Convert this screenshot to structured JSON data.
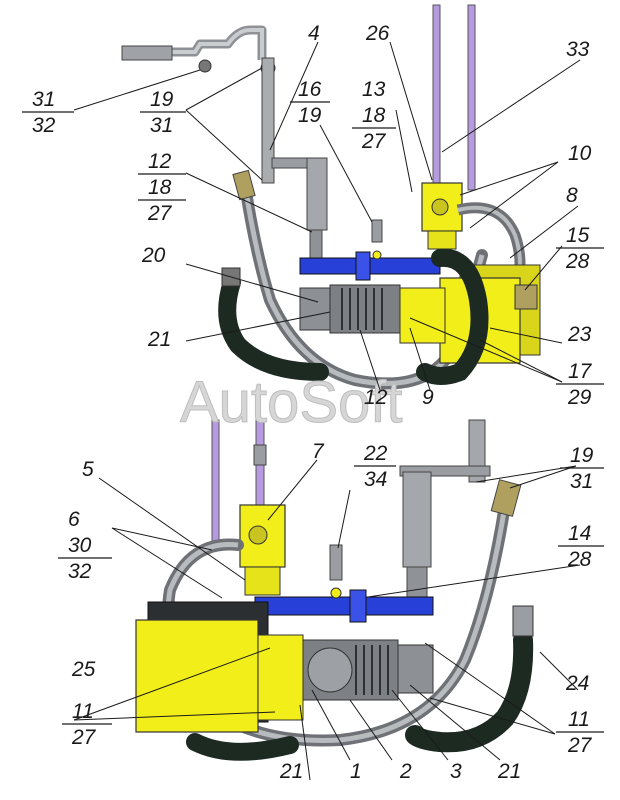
{
  "watermark": "AutoSoft",
  "labels": {
    "l4": "4",
    "l26": "26",
    "l33": "33",
    "l16": "16",
    "l19a": "19",
    "l13": "13",
    "l18a": "18",
    "l27a": "27",
    "l31a": "31",
    "l32a": "32",
    "l19b": "19",
    "l31b": "31",
    "l10": "10",
    "l12a": "12",
    "l18b": "18",
    "l27b": "27",
    "l8": "8",
    "l15": "15",
    "l28a": "28",
    "l20": "20",
    "l21a": "21",
    "l23": "23",
    "l17": "17",
    "l29": "29",
    "l12b": "12",
    "l9": "9",
    "l22": "22",
    "l34": "34",
    "l7": "7",
    "l19c": "19",
    "l31c": "31",
    "l5": "5",
    "l6": "6",
    "l30": "30",
    "l32b": "32",
    "l14": "14",
    "l28b": "28",
    "l25": "25",
    "l24": "24",
    "l11a": "11",
    "l27c": "27",
    "l11b": "11",
    "l27d": "27",
    "l21b": "21",
    "l1": "1",
    "l2": "2",
    "l3": "3",
    "l21c": "21"
  },
  "colors": {
    "yellow": "#f2ee1a",
    "blue": "#2740d8",
    "hose": "#1c2a22",
    "metal": "#a9adb0",
    "violet": "#b79be0"
  }
}
